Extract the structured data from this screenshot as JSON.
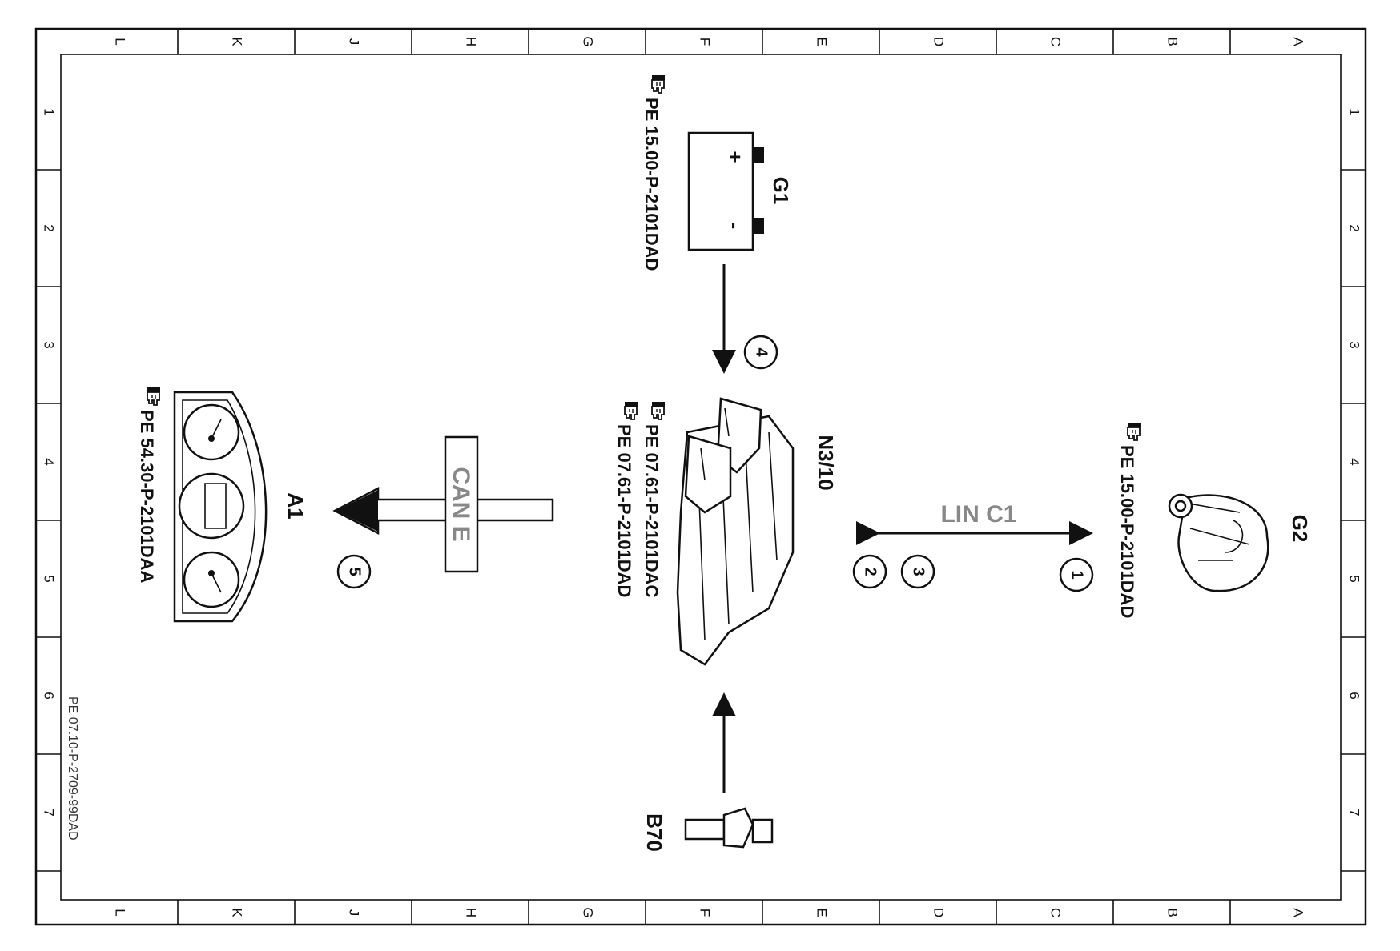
{
  "zone_columns": [
    "L",
    "K",
    "J",
    "H",
    "G",
    "F",
    "E",
    "D",
    "C",
    "B",
    "A"
  ],
  "zone_rows": [
    "1",
    "2",
    "3",
    "4",
    "5",
    "6",
    "7"
  ],
  "components": {
    "G1": {
      "label": "G1",
      "plus": "+",
      "minus": "-",
      "ref": "PE  15.00-P-2101DAD"
    },
    "G2": {
      "label": "G2",
      "ref": "PE  15.00-P-2101DAD"
    },
    "N3_10": {
      "label": "N3/10",
      "ref1": "PE  07.61-P-2101DAC",
      "ref2": "PE  07.61-P-2101DAD"
    },
    "A1": {
      "label": "A1",
      "ref": "PE  54.30-P-2101DAA"
    },
    "B70": {
      "label": "B70"
    }
  },
  "signals": {
    "s1": "1",
    "s2": "2",
    "s3": "3",
    "s4": "4",
    "s5": "5"
  },
  "buses": {
    "lin": "LIN  C1",
    "can": "CAN  E"
  },
  "document_id": "PE 07.10-P-2709-99DAD"
}
